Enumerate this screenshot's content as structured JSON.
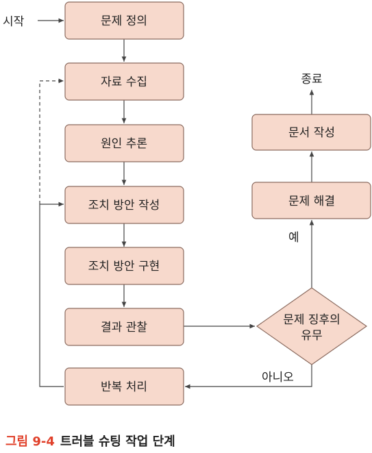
{
  "diagram": {
    "start_label": "시작",
    "end_label": "종료",
    "yes_label": "예",
    "no_label": "아니오",
    "nodes": {
      "define": "문제 정의",
      "collect": "자료 수집",
      "infer": "원인 추론",
      "plan": "조치 방안 작성",
      "implement": "조치 방안 구현",
      "observe": "결과 관찰",
      "decision_line1": "문제 징후의",
      "decision_line2": "유무",
      "repeat": "반복 처리",
      "resolve": "문제 해결",
      "document": "문서 작성"
    },
    "colors": {
      "box_fill": "#f7d9cc",
      "box_stroke": "#8a6a5e",
      "caption_accent": "#e0402a"
    }
  },
  "caption": {
    "number": "그림 9-4",
    "title": "트러블 슈팅 작업 단계"
  }
}
